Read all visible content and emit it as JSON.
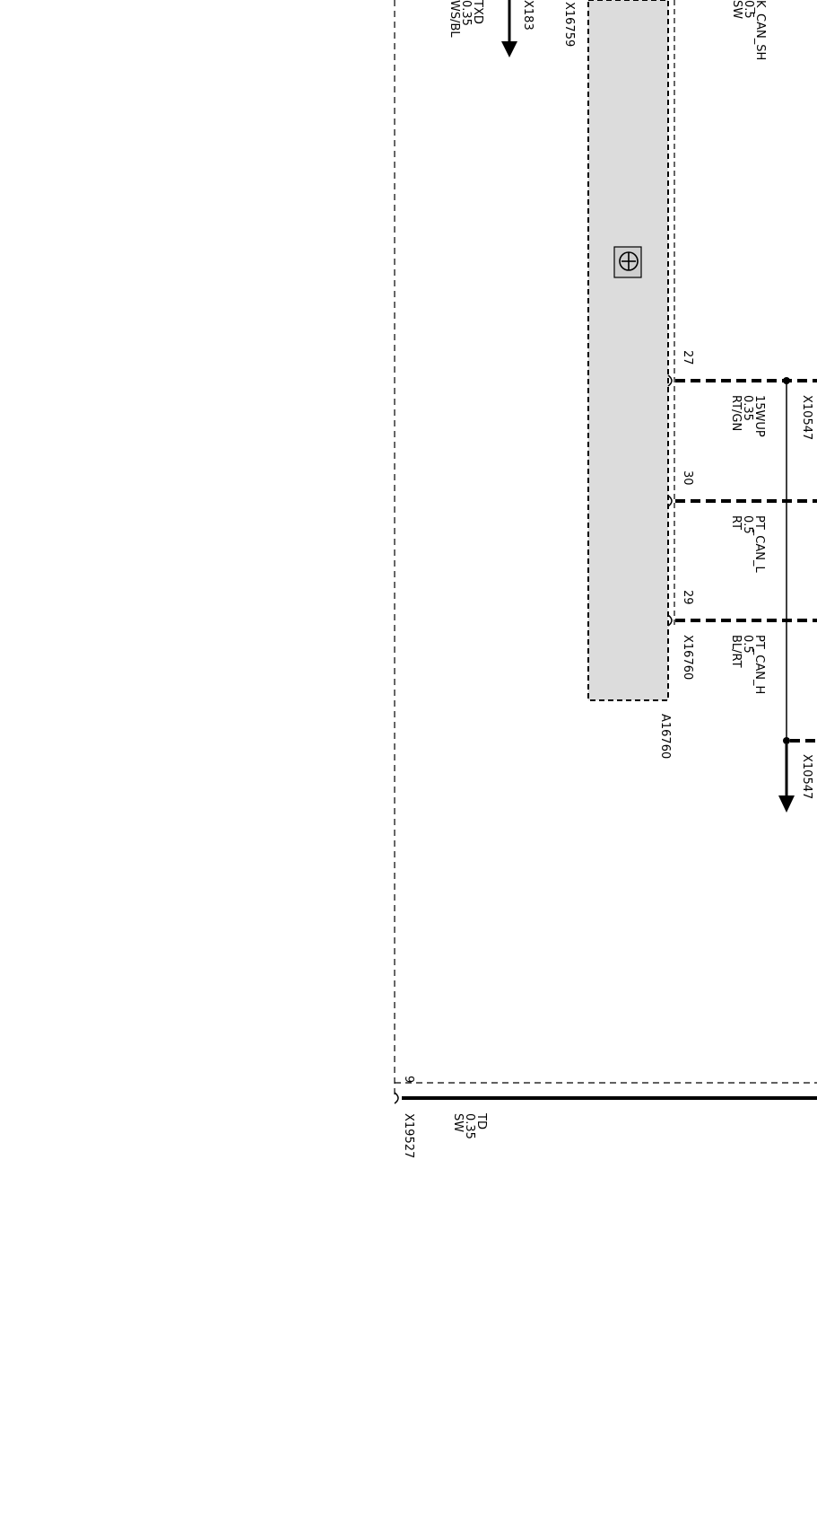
{
  "diagram": {
    "frame": {
      "ground_symbol_name": "ground-icon"
    },
    "module": {
      "id": "A16760",
      "connector_top": "X16759",
      "connector_bottom": "X16760"
    },
    "top_arrow": {
      "connector": "X183"
    },
    "top_left_wire": {
      "name": "TXD",
      "gauge": "0.35",
      "color": "WS/BL"
    },
    "top_right_wire": {
      "name": "K_CAN_SH",
      "gauge": "0.5",
      "color": "SW"
    },
    "pins": [
      {
        "pin": "27",
        "name": "15WUP",
        "gauge": "0.35",
        "color": "RT/GN"
      },
      {
        "pin": "30",
        "name": "PT_CAN_L",
        "gauge": "0.5",
        "color": "RT"
      },
      {
        "pin": "29",
        "name": "PT_CAN_H",
        "gauge": "0.5",
        "color": "BL/RT"
      }
    ],
    "splice_top": "X10547",
    "splice_bottom": "X10547",
    "bottom_pin": {
      "pin": "9",
      "connector": "X19527",
      "name": "TD",
      "gauge": "0.35",
      "color": "SW"
    },
    "colors": {
      "line": "#000000",
      "module_fill": "#dcdcdc"
    }
  }
}
